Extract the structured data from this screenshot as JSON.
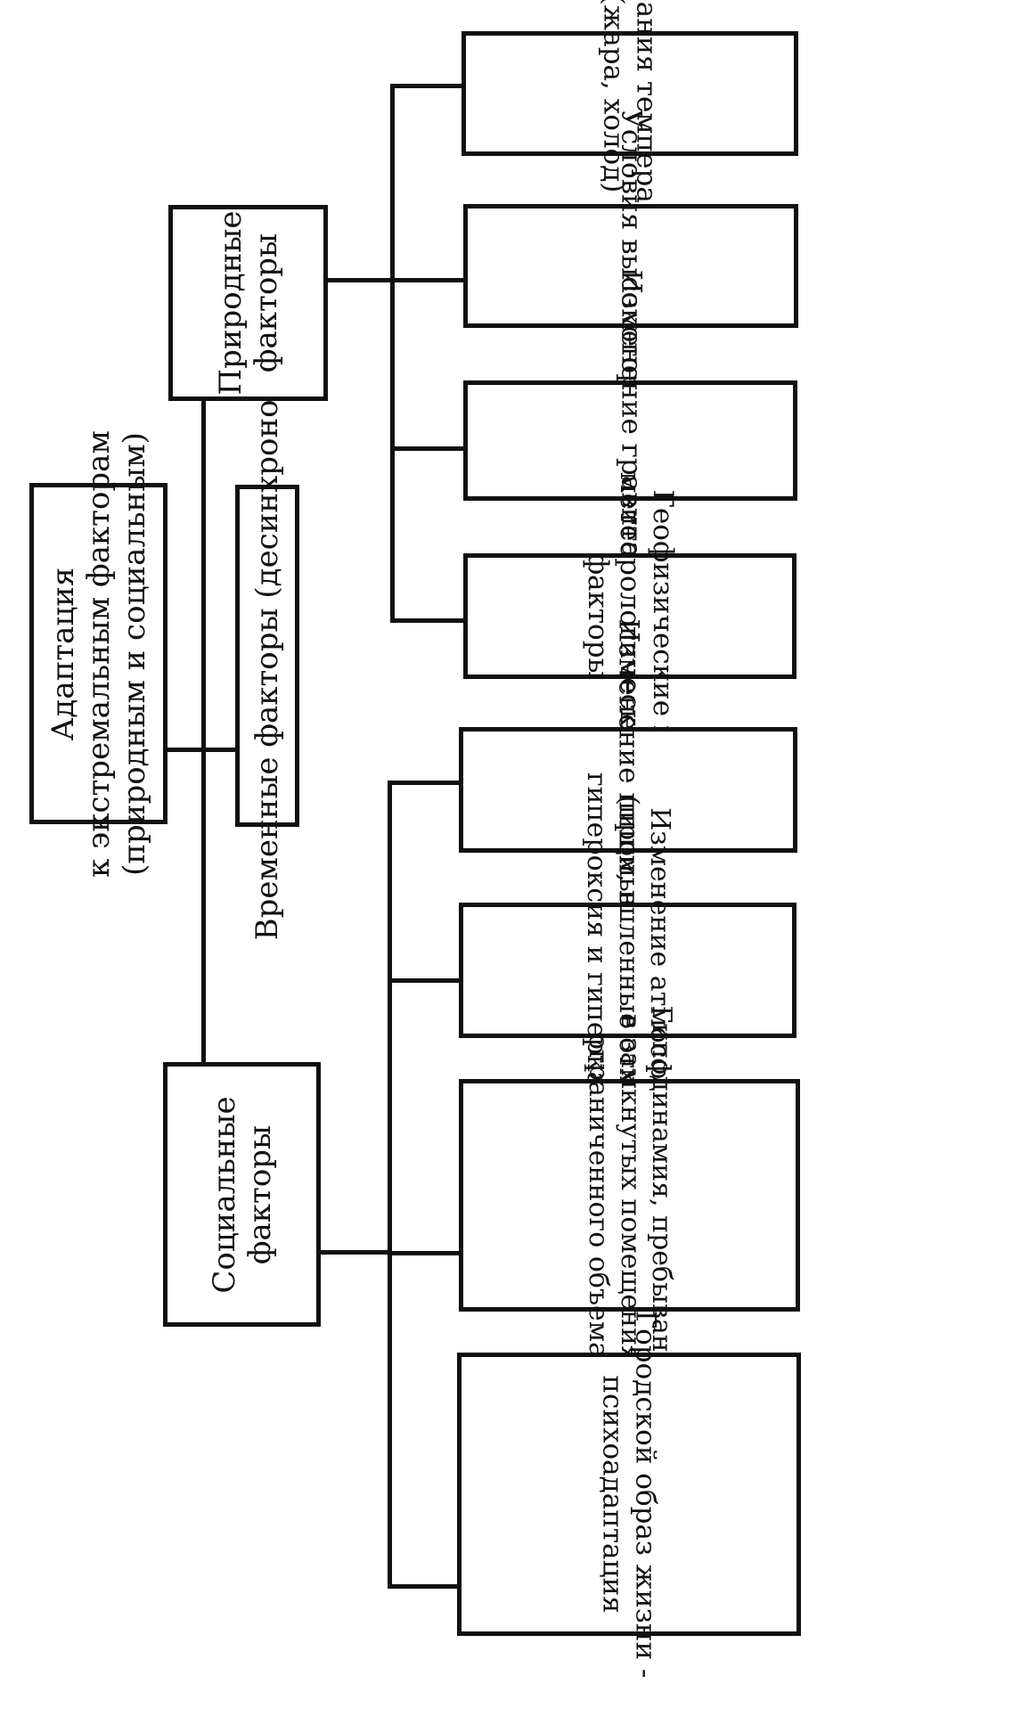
{
  "root": {
    "lines": [
      "Адаптация",
      "к экстремальным факторам",
      "(природным и социальным)"
    ]
  },
  "time_factors": {
    "label": "Временные факторы (десинхроноз)"
  },
  "natural": {
    "lines": [
      "Природные",
      "факторы"
    ],
    "children": [
      {
        "lines": [
          "Колебания температуры",
          "(жара, холод)"
        ]
      },
      {
        "lines": [
          "Условия высокогорья"
        ]
      },
      {
        "lines": [
          "Изменение гравитации"
        ]
      },
      {
        "lines": [
          "Геофизические и",
          "метеорологические",
          "факторы"
        ]
      }
    ]
  },
  "social": {
    "lines": [
      "Социальные",
      "факторы"
    ],
    "children": [
      {
        "lines": [
          "Изменение пищи, воды"
        ]
      },
      {
        "lines": [
          "Изменение атмосферы",
          "(промышленные отходы,",
          "гипероксия и гиперкапния)"
        ]
      },
      {
        "lines": [
          "Гиподинамия, пребывание",
          "в замкнутых помещениях",
          "ограниченного объема"
        ]
      },
      {
        "lines": [
          "Городской образ жизни -",
          "психоадаптация"
        ]
      }
    ]
  }
}
